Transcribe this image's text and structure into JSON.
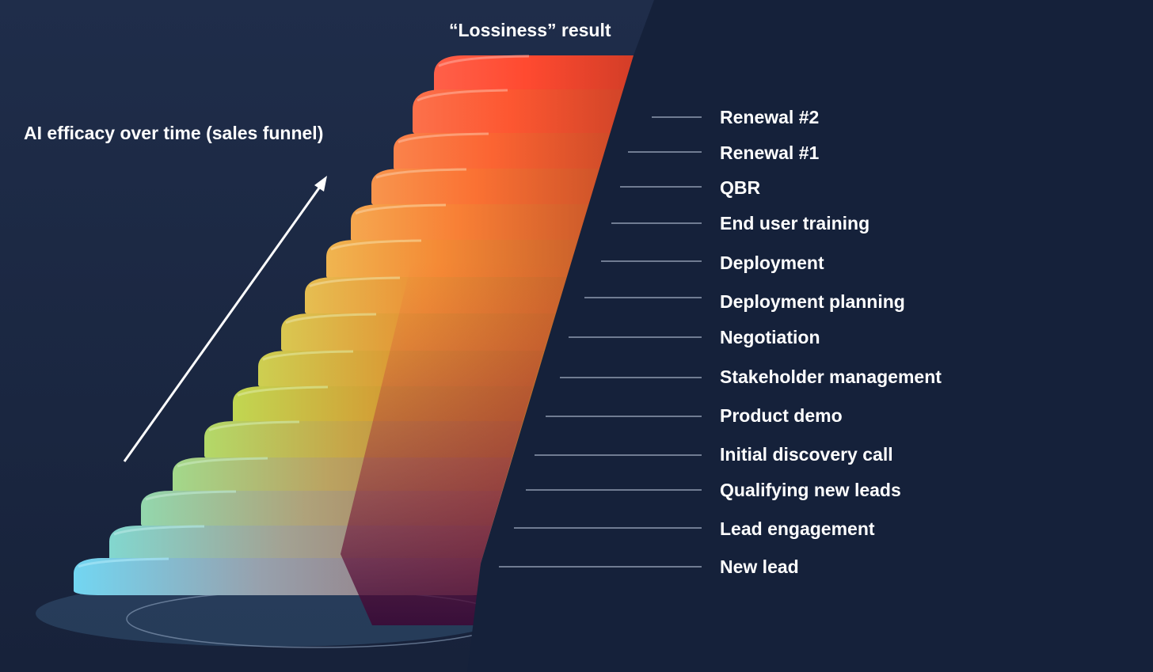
{
  "diagram": {
    "result_label": "“Lossiness” result",
    "axis_label": "AI efficacy over time (sales funnel)",
    "stages": [
      "Renewal #2",
      "Renewal #1",
      "QBR",
      "End user training",
      "Deployment",
      "Deployment planning",
      "Negotiation",
      "Stakeholder management",
      "Product demo",
      "Initial discovery call",
      "Qualifying new leads",
      "Lead engagement",
      "New lead"
    ]
  },
  "colors": {
    "background_dark": "#15213a",
    "background_light": "#1d2c49",
    "tier_bottom": "#5fd0f0",
    "tier_mid": "#b5d53a",
    "tier_upper": "#f2a838",
    "tier_top": "#ff4a30",
    "shadow_wedge": "#55083a",
    "text": "#ffffff"
  }
}
